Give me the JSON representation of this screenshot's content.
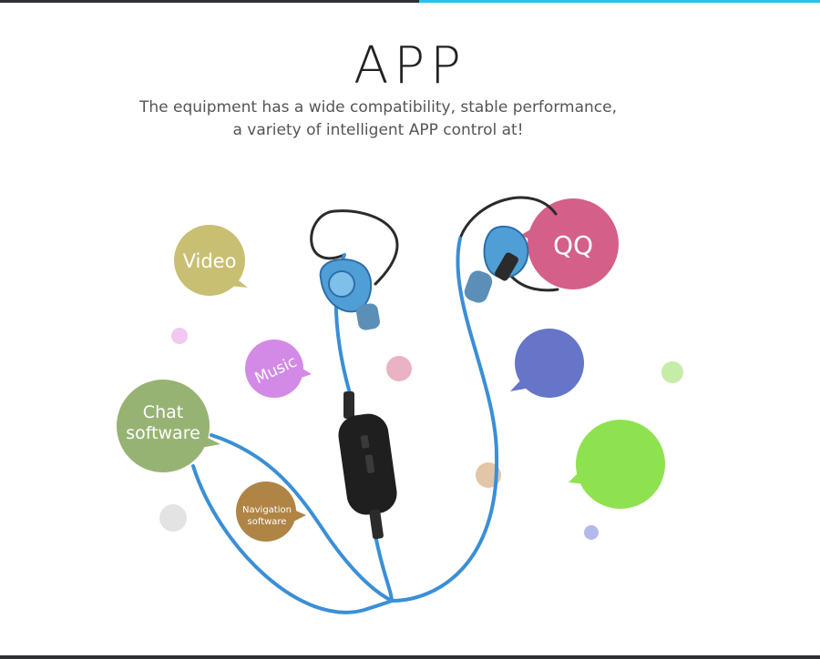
{
  "header": {
    "title": "APP",
    "subtitle_line1": "The equipment has a wide compatibility, stable performance,",
    "subtitle_line2": "a variety of intelligent APP control at!"
  },
  "bubbles": {
    "video": "Video",
    "qq": "QQ",
    "music": "Music",
    "chat_line1": "Chat",
    "chat_line2": "software",
    "nav_line1": "Navigation",
    "nav_line2": "software"
  },
  "colors": {
    "video": "#c9bf73",
    "qq": "#d45f88",
    "music": "#d38ae6",
    "chat": "#97b373",
    "navigation": "#b08445",
    "blue_bubble": "#6675c8",
    "green_bubble": "#8fe24f",
    "cable": "#3a8fd6"
  }
}
